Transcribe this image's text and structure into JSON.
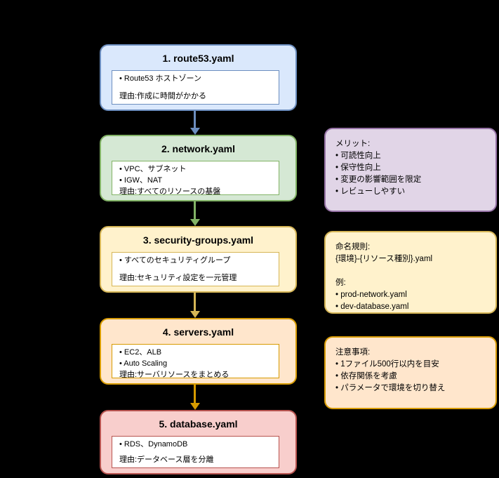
{
  "diagram": {
    "background_color": "#000000",
    "flow_boxes": [
      {
        "title": "1. route53.yaml",
        "items": [
          "• Route53 ホストゾーン"
        ],
        "reason": "理由:作成に時間がかかる",
        "fill": "#dae8fc",
        "stroke": "#6c8ebf"
      },
      {
        "title": "2. network.yaml",
        "items": [
          "• VPC、サブネット",
          "• IGW、NAT"
        ],
        "reason": "理由:すべてのリソースの基盤",
        "fill": "#d5e8d4",
        "stroke": "#82b366"
      },
      {
        "title": "3. security-groups.yaml",
        "items": [
          "• すべてのセキュリティグループ"
        ],
        "reason": "理由:セキュリティ設定を一元管理",
        "fill": "#fff2cc",
        "stroke": "#d6b656"
      },
      {
        "title": "4. servers.yaml",
        "items": [
          "• EC2、ALB",
          "• Auto Scaling"
        ],
        "reason": "理由:サーバリソースをまとめる",
        "fill": "#ffe6cc",
        "stroke": "#d79b00"
      },
      {
        "title": "5. database.yaml",
        "items": [
          "• RDS、DynamoDB"
        ],
        "reason": "理由:データベース層を分離",
        "fill": "#f8cecc",
        "stroke": "#b85450"
      }
    ],
    "arrows": [
      {
        "name": "route53-to-network",
        "color": "#6c8ebf"
      },
      {
        "name": "network-to-security-groups",
        "color": "#82b366"
      },
      {
        "name": "security-groups-to-servers",
        "color": "#d6b656"
      },
      {
        "name": "servers-to-database",
        "color": "#d79b00"
      }
    ],
    "note_boxes": [
      {
        "lines": [
          "メリット:",
          "• 可読性向上",
          "• 保守性向上",
          "• 変更の影響範囲を限定",
          "• レビューしやすい"
        ],
        "fill": "#e1d5e7",
        "stroke": "#9673a6"
      },
      {
        "lines": [
          "命名規則:",
          "{環境}-{リソース種別}.yaml",
          "",
          "例:",
          "• prod-network.yaml",
          "• dev-database.yaml"
        ],
        "fill": "#fff2cc",
        "stroke": "#d6b656"
      },
      {
        "lines": [
          "注意事項:",
          "• 1ファイル500行以内を目安",
          "• 依存関係を考慮",
          "• パラメータで環境を切り替え"
        ],
        "fill": "#ffe6cc",
        "stroke": "#d79b00"
      }
    ]
  }
}
